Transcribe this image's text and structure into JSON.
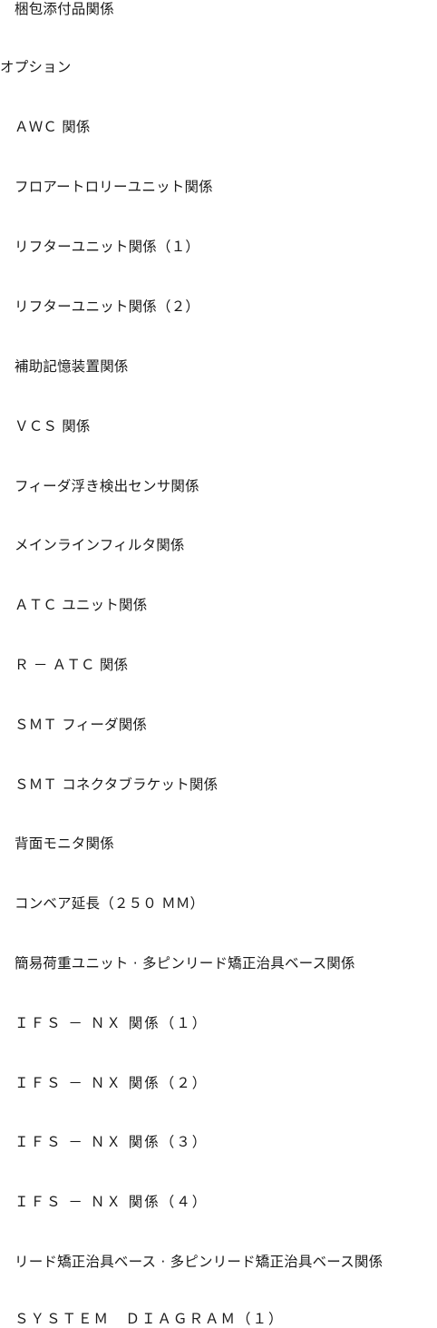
{
  "top_item": "梱包添付品関係",
  "section_title": "オプション",
  "items": [
    "ＡＷＣ 関係",
    "フロアートロリーユニット関係",
    "リフターユニット関係（１）",
    "リフターユニット関係（２）",
    "補助記憶装置関係",
    "ＶＣＳ 関係",
    "フィーダ浮き検出センサ関係",
    "メインラインフィルタ関係",
    "ＡＴＣ ユニット関係",
    "Ｒ － ＡＴＣ 関係",
    "ＳＭＴ フィーダ関係",
    "ＳＭＴ コネクタブラケット関係",
    "背面モニタ関係",
    "コンベア延長（２５０ ＭＭ）",
    "簡易荷重ユニット · 多ピンリード矯正治具ベース関係",
    "ＩＦＳ － ＮＸ 関係（１）",
    "ＩＦＳ － ＮＸ 関係（２）",
    "ＩＦＳ － ＮＸ 関係（３）",
    "ＩＦＳ － ＮＸ 関係（４）",
    "リード矯正治具ベース · 多ピンリード矯正治具ベース関係",
    "ＳＹＳＴＥＭ　ＤＩＡＧＲＡＭ（１）"
  ]
}
